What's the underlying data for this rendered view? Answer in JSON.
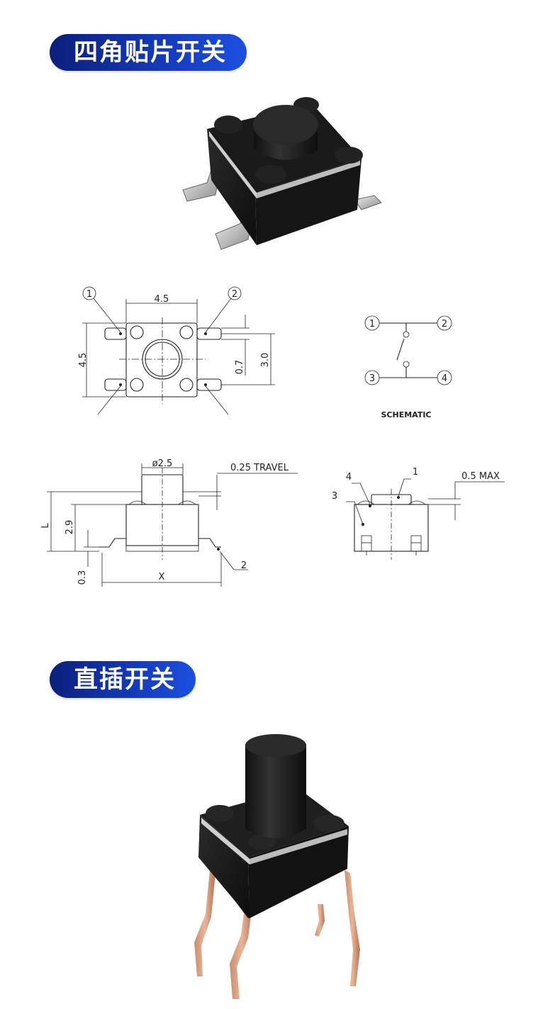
{
  "sections": [
    {
      "title": "四角贴片开关"
    },
    {
      "title": "直插开关"
    }
  ],
  "drawing_top": {
    "width_label": "4.5",
    "height_label": "4.5",
    "pitch_label": "3.0",
    "pad_label": "0.7",
    "pin1": "1",
    "pin2": "2"
  },
  "schematic": {
    "pins": [
      "1",
      "2",
      "3",
      "4"
    ],
    "caption": "SCHEMATIC"
  },
  "drawing_side": {
    "dia_label": "ø2.5",
    "travel_label": "0.25 TRAVEL",
    "l_label": "L",
    "h_label": "2.9",
    "t_label": "0.3",
    "x_label": "X",
    "lead_label": "2"
  },
  "drawing_end": {
    "c1": "1",
    "c3": "3",
    "c4": "4",
    "max_label": "0.5  MAX"
  }
}
